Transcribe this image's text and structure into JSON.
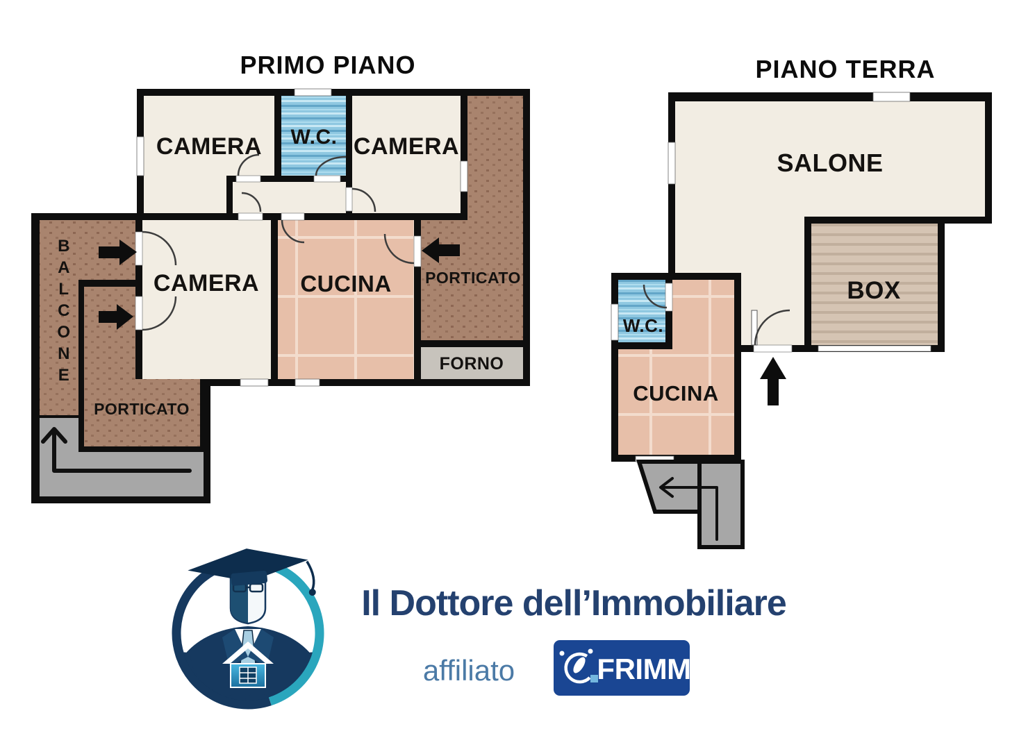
{
  "floors": {
    "primo_piano": {
      "title": "PRIMO PIANO",
      "rooms": {
        "camera_nw": "CAMERA",
        "wc": "W.C.",
        "camera_ne": "CAMERA",
        "camera_w": "CAMERA",
        "cucina": "CUCINA",
        "porticato_e": "PORTICATO",
        "forno": "FORNO",
        "balcone": "BALCONE",
        "porticato_sw": "PORTICATO"
      }
    },
    "piano_terra": {
      "title": "PIANO TERRA",
      "rooms": {
        "salone": "SALONE",
        "box": "BOX",
        "wc": "W.C.",
        "cucina": "CUCINA"
      }
    }
  },
  "logo": {
    "brand": "Il Dottore dell’Immobiliare",
    "affiliation_label": "affiliato",
    "partner": "FRIMM"
  },
  "colors": {
    "wall": "#0e0e0e",
    "room_cream": "#f2ede3",
    "cucina_pink": "#e7bfa9",
    "cucina_grid": "#f3dccd",
    "wc_blue": "#8fc8e1",
    "porticato_brown": "#a9846e",
    "porticato_dot": "#8d6753",
    "box_tan": "#d5c4b3",
    "box_stripe": "#c1af9d",
    "forno_gray": "#c7c3bc",
    "stairs_gray": "#a7a7a7",
    "brand_navy": "#24416f",
    "affiliato_blue": "#4b7aa6",
    "frimm_badge_blue": "#1a4693",
    "emblem_navy": "#16395f",
    "emblem_teal": "#2aa6bd"
  }
}
